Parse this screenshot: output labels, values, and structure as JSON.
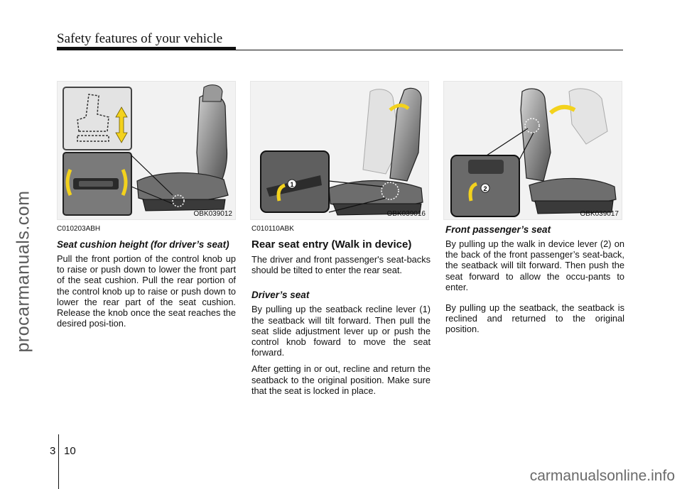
{
  "header": {
    "title": "Safety features of your vehicle"
  },
  "watermark_side": "procarmanuals.com",
  "watermark_footer": "carmanualsonline.info",
  "figures": [
    {
      "code": "OBK039012"
    },
    {
      "code": "OBK039016",
      "callouts": [
        "1"
      ]
    },
    {
      "code": "OBK039017",
      "callouts": [
        "2"
      ]
    }
  ],
  "col1": {
    "code": "C010203ABH",
    "heading": "Seat cushion height (for driver’s seat)",
    "paragraphs": [
      "Pull the front portion of the control knob up to raise or push down to lower the front part of the seat cushion. Pull the rear portion of the control knob up to raise or push down to lower the rear part of the seat cushion. Release the knob once the seat reaches the desired posi-tion."
    ]
  },
  "col2": {
    "code": "C010110ABK",
    "heading": "Rear seat entry (Walk in device)",
    "intro": "The driver and front passenger's seat-backs should be tilted to enter the rear seat.",
    "subheading": "Driver’s seat",
    "paragraphs": [
      "By pulling up the seatback recline lever (1) the seatback will tilt forward. Then pull the seat slide adjustment lever up or push the control knob foward to move the seat forward.",
      "After getting in or out, recline and return the seatback to the original position. Make sure that the seat is locked in place."
    ]
  },
  "col3": {
    "subheading": "Front passenger’s seat",
    "paragraphs": [
      "By pulling up the walk in device lever (2) on the back of the front passenger’s seat-back, the seatback will tilt forward. Then push the seat forward to allow the occu-pants to enter.",
      "By pulling up the seatback,  the seatback is reclined and returned to the  original position."
    ]
  },
  "page": {
    "section": "3",
    "number": "10"
  }
}
